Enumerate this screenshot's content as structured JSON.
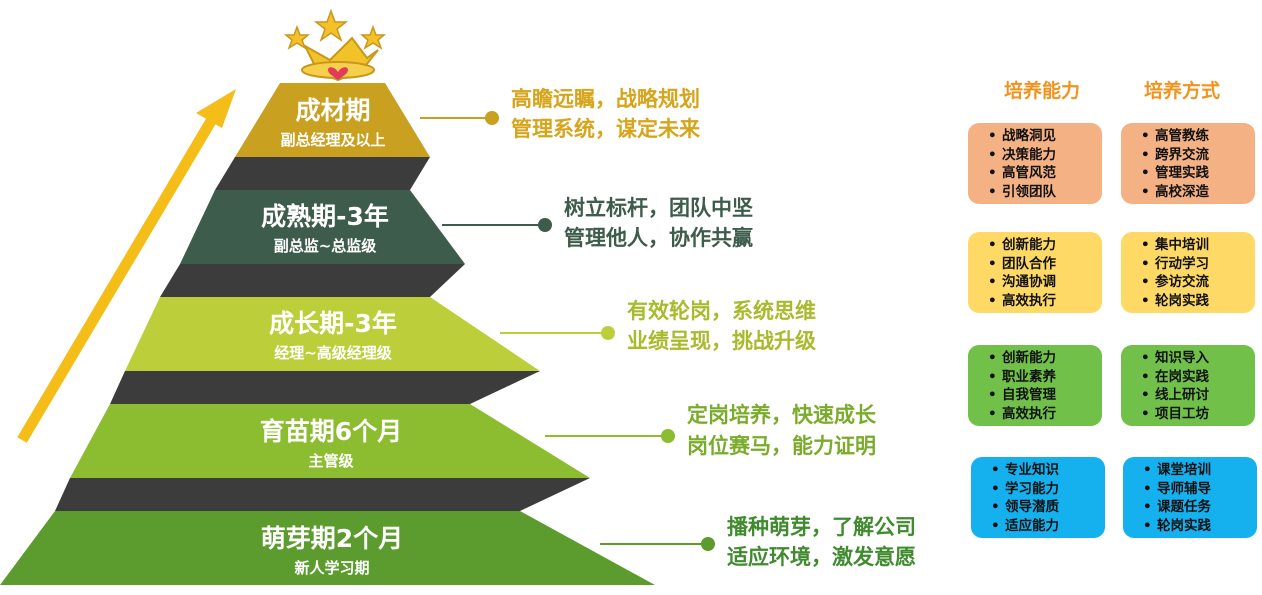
{
  "tiers": [
    {
      "title": "成材期",
      "subtitle": "副总经理及以上",
      "color": "#c9a020",
      "desc": [
        "高瞻远瞩，战略规划",
        "管理系统，谋定未来"
      ],
      "desc_color": "#d7a51b"
    },
    {
      "title": "成熟期-3年",
      "subtitle": "副总监~总监级",
      "color": "#3d5c4c",
      "desc": [
        "树立标杆，团队中坚",
        "管理他人，协作共赢"
      ],
      "desc_color": "#3d5c4c"
    },
    {
      "title": "成长期-3年",
      "subtitle": "经理~高级经理级",
      "color": "#bccf3b",
      "desc": [
        "有效轮岗，系统思维",
        "业绩呈现，挑战升级"
      ],
      "desc_color": "#a8bb2d"
    },
    {
      "title": "育苗期6个月",
      "subtitle": "主管级",
      "color": "#8cbc2f",
      "desc": [
        "定岗培养，快速成长",
        "岗位赛马，能力证明"
      ],
      "desc_color": "#7aab2a"
    },
    {
      "title": "萌芽期2个月",
      "subtitle": "新人学习期",
      "color": "#5c9c2e",
      "desc": [
        "播种萌芽，了解公司",
        "适应环境，激发意愿"
      ],
      "desc_color": "#3f8b2e"
    }
  ],
  "headers": {
    "ability": "培养能力",
    "method": "培养方式"
  },
  "rows": [
    {
      "color": "#f4b183",
      "ability": [
        "战略洞见",
        "决策能力",
        "高管风范",
        "引领团队"
      ],
      "method": [
        "高管教练",
        "跨界交流",
        "管理实践",
        "高校深造"
      ]
    },
    {
      "color": "#ffd966",
      "ability": [
        "创新能力",
        "团队合作",
        "沟通协调",
        "高效执行"
      ],
      "method": [
        "集中培训",
        "行动学习",
        "参访交流",
        "轮岗实践"
      ]
    },
    {
      "color": "#70c04a",
      "ability": [
        "创新能力",
        "职业素养",
        "自我管理",
        "高效执行"
      ],
      "method": [
        "知识导入",
        "在岗实践",
        "线上研讨",
        "项目工坊"
      ]
    },
    {
      "color": "#14b1ee",
      "ability": [
        "专业知识",
        "学习能力",
        "领导潜质",
        "适应能力"
      ],
      "method": [
        "课堂培训",
        "导师辅导",
        "课题任务",
        "轮岗实践"
      ]
    }
  ],
  "arrow_color": "#f5bd18",
  "icons": [
    "crown-icon",
    "upward-arrow-icon"
  ]
}
